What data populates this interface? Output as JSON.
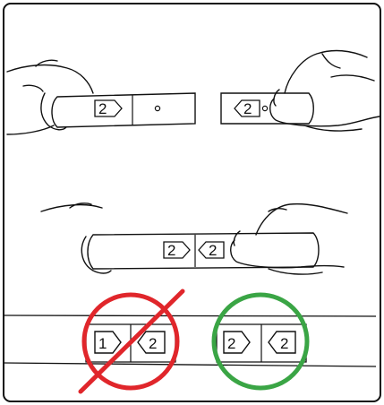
{
  "diagram": {
    "step1": {
      "left_tag_number": "2",
      "right_tag_number": "2"
    },
    "step2": {
      "left_tag_number": "2",
      "right_tag_number": "2"
    },
    "wrong_example": {
      "left_tag_number": "1",
      "right_tag_number": "2",
      "status": "incorrect",
      "status_icon": "prohibited-circle-icon"
    },
    "correct_example": {
      "left_tag_number": "2",
      "right_tag_number": "2",
      "status": "correct",
      "status_icon": "check-circle-icon"
    }
  },
  "colors": {
    "line": "#111111",
    "wrong": "#e0262b",
    "correct": "#3aa545",
    "background": "#ffffff"
  }
}
